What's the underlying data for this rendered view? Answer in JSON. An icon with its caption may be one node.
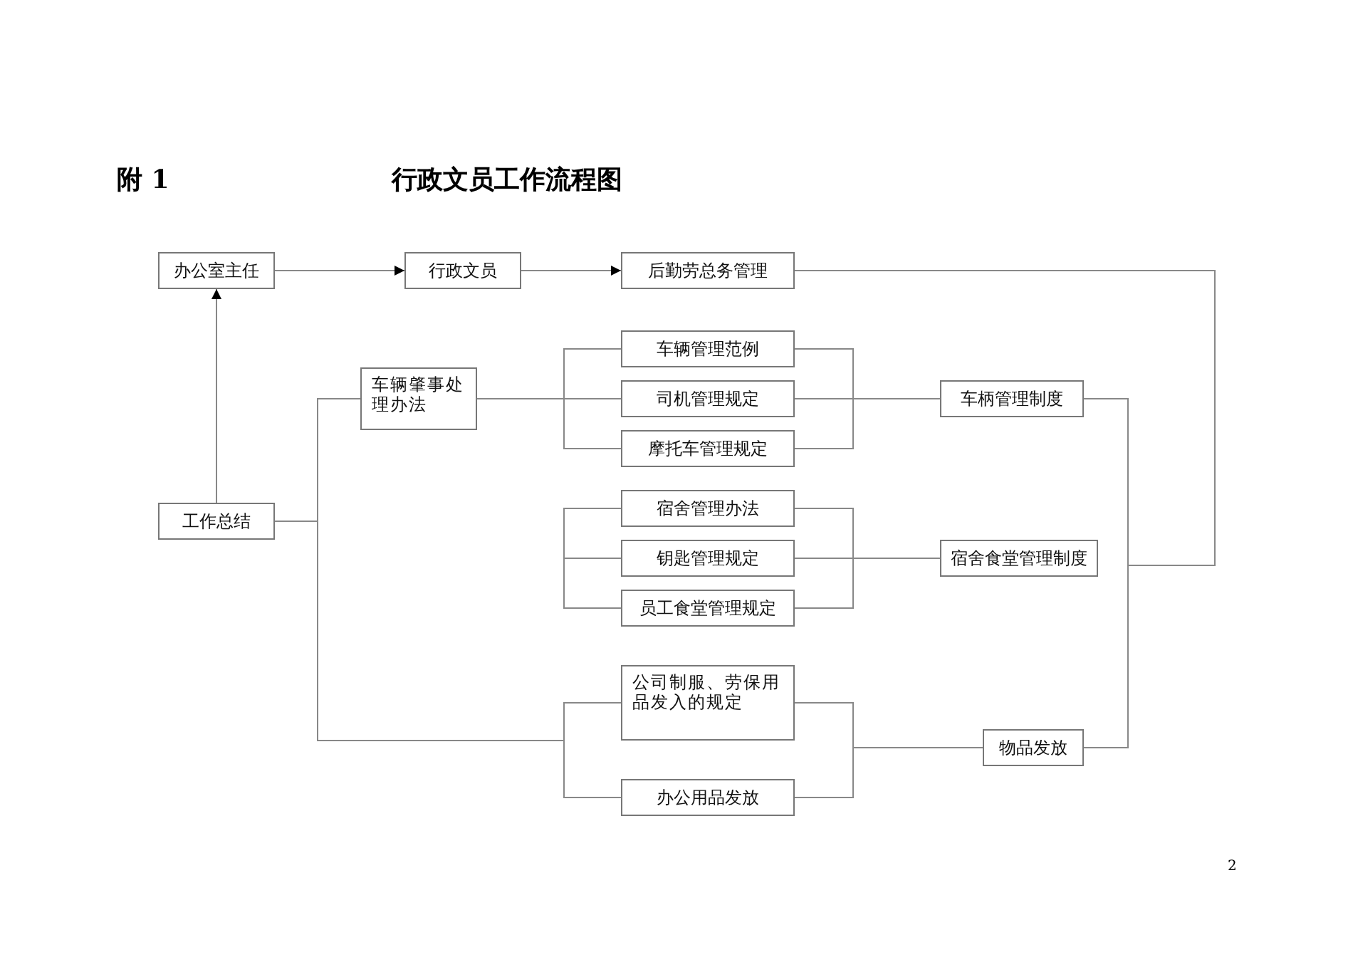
{
  "diagram": {
    "title": "行政文员工作流程图",
    "nodes": [
      {
        "text": [
          "办公室主任"
        ]
      },
      {
        "text": [
          "行政文员"
        ]
      },
      {
        "text": [
          "后勤劳总务管理"
        ]
      },
      {
        "text": [
          "车辆管理范例"
        ]
      },
      {
        "text": [
          "车辆肇事处理办法"
        ]
      },
      {
        "text": [
          "司机管理规定"
        ]
      },
      {
        "text": [
          "车柄管理制度"
        ]
      },
      {
        "text": [
          "摩托车管理规定"
        ]
      },
      {
        "text": [
          "工作总结"
        ]
      },
      {
        "text": [
          "宿舍管理办法"
        ]
      },
      {
        "text": [
          "钥匙管理规定"
        ]
      },
      {
        "text": [
          "宿舍食堂管理制度"
        ]
      },
      {
        "text": [
          "员工食堂管理规定"
        ]
      },
      {
        "text": [
          "公司制服、劳保用品发入的规定"
        ]
      },
      {
        "text": [
          "物品发放"
        ]
      },
      {
        "text": [
          "办公用品发放"
        ]
      }
    ],
    "edges": [
      {
        "from": 0,
        "to": 1,
        "arrow": "to"
      },
      {
        "from": 1,
        "to": 2,
        "arrow": "to"
      },
      {
        "from": 8,
        "to": 0,
        "arrow": "to"
      },
      {
        "from": 2,
        "to": 6,
        "arrow": "none"
      },
      {
        "from": 2,
        "to": 14,
        "arrow": "none"
      },
      {
        "from": 8,
        "to": 4,
        "arrow": "none"
      },
      {
        "from": 8,
        "to": 13,
        "arrow": "none"
      },
      {
        "from": 8,
        "to": 15,
        "arrow": "none"
      },
      {
        "from": 4,
        "to": 3,
        "arrow": "none"
      },
      {
        "from": 4,
        "to": 5,
        "arrow": "none"
      },
      {
        "from": 4,
        "to": 7,
        "arrow": "none"
      },
      {
        "from": 3,
        "to": 6,
        "arrow": "none"
      },
      {
        "from": 5,
        "to": 6,
        "arrow": "none"
      },
      {
        "from": 7,
        "to": 6,
        "arrow": "none"
      },
      {
        "from": 9,
        "to": 11,
        "arrow": "none"
      },
      {
        "from": 10,
        "to": 11,
        "arrow": "none"
      },
      {
        "from": 12,
        "to": 11,
        "arrow": "none"
      },
      {
        "from": 13,
        "to": 14,
        "arrow": "none"
      },
      {
        "from": 15,
        "to": 14,
        "arrow": "none"
      },
      {
        "from": 9,
        "to": 10,
        "arrow": "none"
      },
      {
        "from": 10,
        "to": 12,
        "arrow": "none"
      }
    ],
    "labels": [
      "附 1",
      "2"
    ]
  }
}
